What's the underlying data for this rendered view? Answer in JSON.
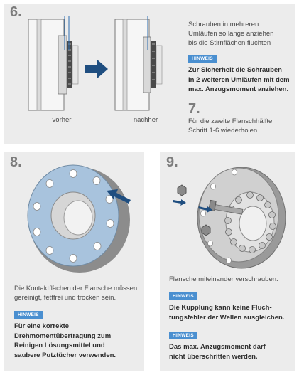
{
  "step6": {
    "number": "6.",
    "caption_before": "vorher",
    "caption_after": "nachher",
    "instruction": [
      "Schrauben in mehreren",
      "Umläufen so lange anziehen",
      "bis die Stirnflächen fluchten"
    ],
    "badge": "HINWEIS",
    "note": [
      "Zur Sicherheit die Schrauben",
      "in 2 weiteren Umläufen mit dem",
      "max. Anzugsmoment anziehen."
    ]
  },
  "step7": {
    "number": "7.",
    "instruction": [
      "Für die zweite Flanschhälfte",
      "Schritt 1-6 wiederholen."
    ]
  },
  "step8": {
    "number": "8.",
    "instruction": [
      "Die Kontaktflächen der Flansche müssen",
      "gereinigt, fettfrei und trocken sein."
    ],
    "badge": "HINWEIS",
    "note": [
      "Für eine korrekte",
      "Drehmomentübertragung zum",
      "Reinigen Lösungsmittel und",
      "saubere Putztücher verwenden."
    ]
  },
  "step9": {
    "number": "9.",
    "instruction": [
      "Flansche miteinander verschrauben."
    ],
    "badge1": "HINWEIS",
    "note1": [
      "Die Kupplung kann keine Fluch-",
      "tungsfehler der Wellen ausgleichen."
    ],
    "badge2": "HINWEIS",
    "note2": [
      "Das max. Anzugsmoment darf",
      "nicht überschritten werden."
    ]
  },
  "colors": {
    "panel": "#ececec",
    "badge": "#4a8fd0",
    "arrow": "#1f4e80",
    "flange_face": "#a8c3dd"
  }
}
